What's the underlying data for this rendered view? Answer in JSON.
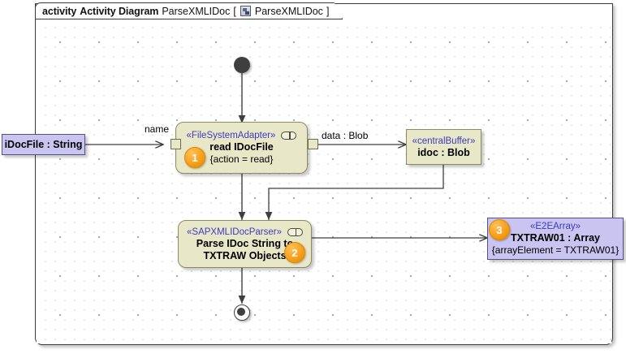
{
  "frame": {
    "keyword": "activity",
    "diagram_type": "Activity Diagram",
    "diagram_name": "ParseXMLIDoc",
    "open_bracket": "[",
    "icon": "activity-diagram-icon",
    "context_name": "ParseXMLIDoc",
    "close_bracket": "]"
  },
  "nodes": {
    "input_object": {
      "name": "iDocFile : String",
      "fill": "#c9c4f0"
    },
    "initial": {
      "name": "initial-node",
      "fill": "#3f3f3f"
    },
    "action1": {
      "stereotype": "«FileSystemAdapter»",
      "name": "read IDocFile",
      "constraint": "{action = read}",
      "badge": "1",
      "fill": "#e8e7c8",
      "rake": "rake-icon",
      "in_pin_label": "name",
      "out_pin_label": "data : Blob"
    },
    "buffer": {
      "stereotype": "«centralBuffer»",
      "name": "idoc : Blob",
      "fill": "#e8e7c8"
    },
    "action2": {
      "stereotype": "«SAPXMLIDocParser»",
      "name_line1": "Parse IDoc String to",
      "name_line2": "TXTRAW Objects",
      "badge": "2",
      "fill": "#e8e7c8",
      "rake": "rake-icon"
    },
    "output_object": {
      "stereotype": "«E2EArray»",
      "name": "TXTRAW01 : Array",
      "constraint": "{arrayElement = TXTRAW01}",
      "badge": "3",
      "fill": "#c9c4f0"
    },
    "final": {
      "name": "activity-final-node",
      "fill": "#3f3f3f"
    }
  },
  "edge_labels": {
    "name": "name",
    "data_blob": "data : Blob"
  },
  "colors": {
    "action_fill": "#e8e7c8",
    "action_border": "#8b8b62",
    "object_fill": "#c9c4f0",
    "object_border": "#50508a",
    "stereotype_text": "#3b3bbf",
    "badge": "#f59a10",
    "edge": "#3f3f3f",
    "frame_border": "#3a3a3a"
  }
}
